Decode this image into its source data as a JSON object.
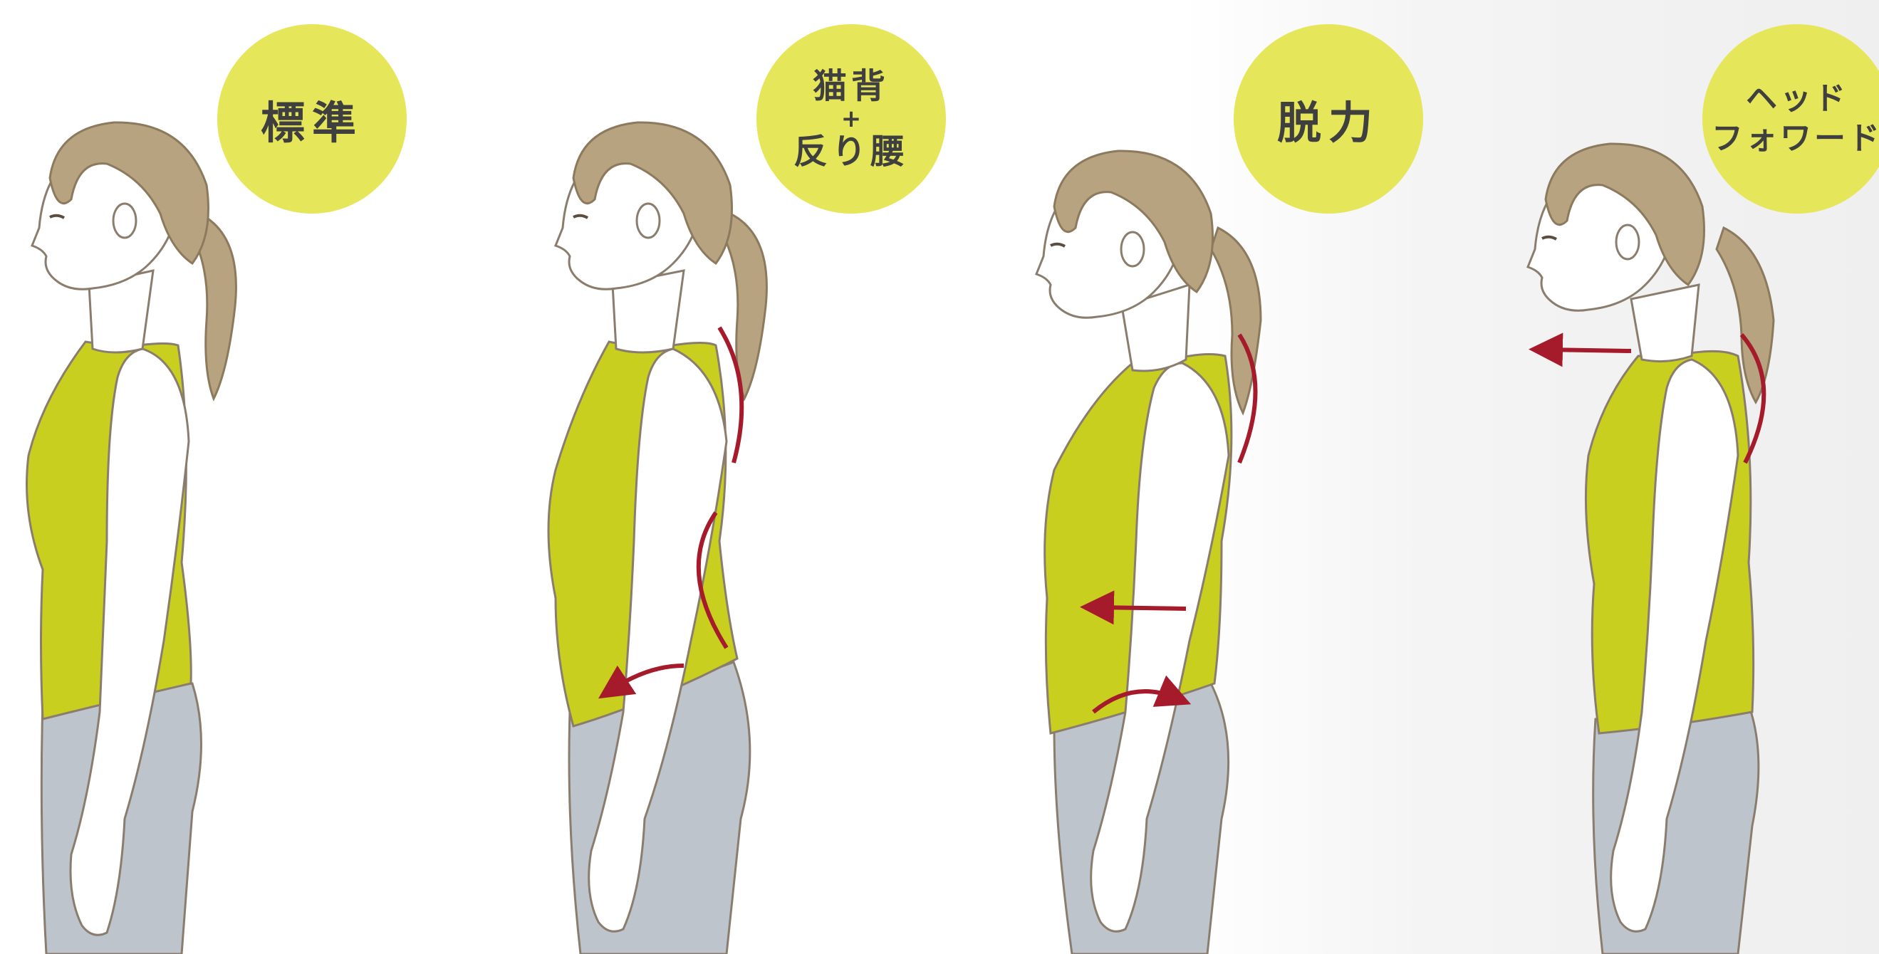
{
  "colors": {
    "skin": "#ffffff",
    "outline": "#8a7d6e",
    "hair": "#b8a381",
    "hair_line": "#8c7a5e",
    "top": "#c9cf1f",
    "pants": "#bdc4cc",
    "badge": "#e5e65a",
    "arrow": "#a61b2b",
    "badge_text": "#3f3f3f"
  },
  "postures": [
    {
      "label_single": "標準"
    },
    {
      "label_line1": "猫背",
      "label_plus": "+",
      "label_line2": "反り腰"
    },
    {
      "label_single": "脱力"
    },
    {
      "label_line1": "ヘッド",
      "label_line2": "フォワード"
    }
  ],
  "icons": [
    "arc-arrow",
    "straight-arrow",
    "curved-arrow"
  ]
}
